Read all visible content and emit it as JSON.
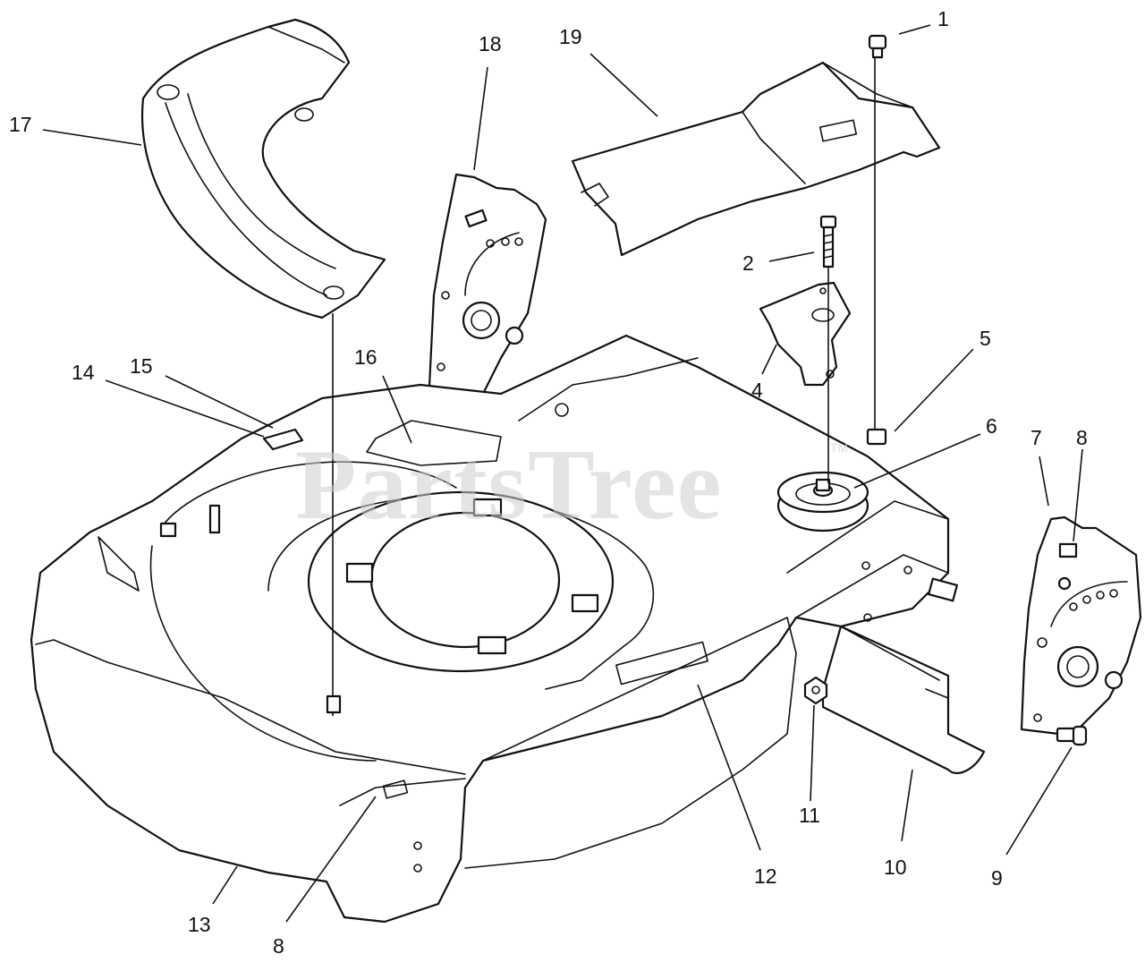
{
  "watermark": {
    "text": "PartsTree",
    "trademark": "TM"
  },
  "callouts": [
    {
      "n": "1"
    },
    {
      "n": "2"
    },
    {
      "n": "4"
    },
    {
      "n": "5"
    },
    {
      "n": "6"
    },
    {
      "n": "7"
    },
    {
      "n": "8"
    },
    {
      "n": "9"
    },
    {
      "n": "10"
    },
    {
      "n": "11"
    },
    {
      "n": "12"
    },
    {
      "n": "13"
    },
    {
      "n": "8"
    },
    {
      "n": "14"
    },
    {
      "n": "15"
    },
    {
      "n": "16"
    },
    {
      "n": "17"
    },
    {
      "n": "18"
    },
    {
      "n": "19"
    }
  ]
}
